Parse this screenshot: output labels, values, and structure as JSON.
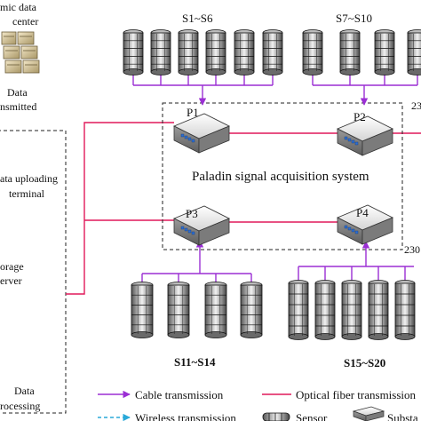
{
  "colors": {
    "cable": "#9b2fd4",
    "fiber": "#e0195a",
    "wireless": "#2aa9d9",
    "dashed_box": "#222222"
  },
  "left_panel": {
    "data_center_label_1": "mic data",
    "data_center_label_2": "center",
    "data_transmitted_1": "Data",
    "data_transmitted_2": "nsmitted",
    "uploading_1": "ata uploading",
    "uploading_2": "terminal",
    "storage_1": "orage",
    "storage_2": "erver",
    "processing_1": "Data",
    "processing_2": "rocessing"
  },
  "groups": {
    "s1_s6": "S1~S6",
    "s7_s10": "S7~S10",
    "s11_s14": "S11~S14",
    "s15_s20": "S15~S20"
  },
  "nodes": {
    "p1": "P1",
    "p2": "P2",
    "p3": "P3",
    "p4": "P4"
  },
  "system_label": "Paladin  signal acquisition system",
  "edge_labels": {
    "top_right": "23",
    "bottom_right": "230"
  },
  "legend": {
    "cable": "Cable transmission",
    "fiber": "Optical fiber transmission",
    "wireless": "Wireless transmission",
    "sensor": "Sensor",
    "substation": "Substa"
  }
}
